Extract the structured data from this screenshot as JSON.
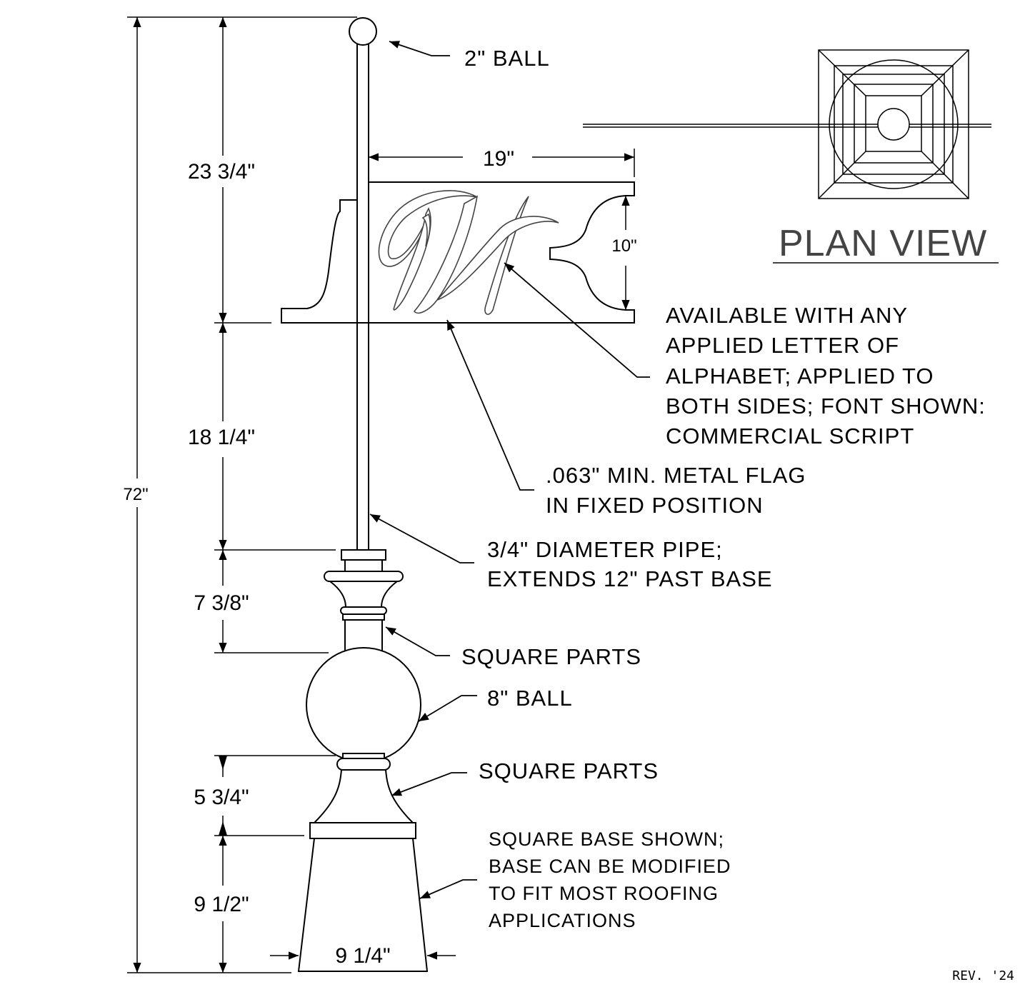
{
  "dimensions": {
    "overall": "72\"",
    "top_section": "23 3/4\"",
    "flag_to_collar": "18 1/4\"",
    "collar_section": "7 3/8\"",
    "ball_section": "5 3/4\"",
    "base_height": "9 1/2\"",
    "base_width": "9 1/4\"",
    "flag_width": "19\"",
    "flag_height": "10\""
  },
  "callouts": {
    "top_ball": "2\" BALL",
    "letter_note": [
      "AVAILABLE WITH ANY",
      "APPLIED LETTER OF",
      "ALPHABET; APPLIED TO",
      "BOTH SIDES; FONT SHOWN:",
      "COMMERCIAL SCRIPT"
    ],
    "flag_note": [
      ".063\" MIN. METAL FLAG",
      "IN FIXED POSITION"
    ],
    "pipe_note": [
      "3/4\" DIAMETER PIPE;",
      "EXTENDS 12\" PAST BASE"
    ],
    "square_parts_upper": "SQUARE PARTS",
    "big_ball": "8\" BALL",
    "square_parts_lower": "SQUARE PARTS",
    "base_note": [
      "SQUARE BASE SHOWN;",
      "BASE CAN BE MODIFIED",
      "TO FIT MOST ROOFING",
      "APPLICATIONS"
    ]
  },
  "plan_view": {
    "title": "PLAN VIEW"
  },
  "revision": "REV. '24",
  "colors": {
    "line": "#000000",
    "plan_title": "#444444"
  }
}
